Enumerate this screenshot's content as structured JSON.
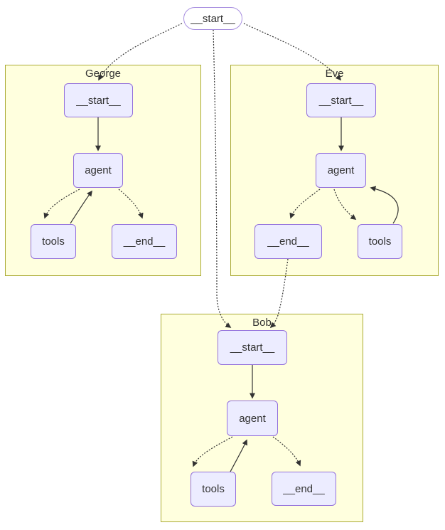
{
  "diagram": {
    "type": "flowchart",
    "root": {
      "label": "__start__"
    },
    "subgraphs": [
      {
        "name": "George",
        "start": "__start__",
        "agent": "agent",
        "tools": "tools",
        "end": "__end__"
      },
      {
        "name": "Eve",
        "start": "__start__",
        "agent": "agent",
        "tools": "tools",
        "end": "__end__"
      },
      {
        "name": "Bob",
        "start": "__start__",
        "agent": "agent",
        "tools": "tools",
        "end": "__end__"
      }
    ],
    "edges": [
      {
        "from": "__start__",
        "to": "George.__start__",
        "style": "dotted"
      },
      {
        "from": "__start__",
        "to": "Eve.__start__",
        "style": "dotted"
      },
      {
        "from": "__start__",
        "to": "Bob.__start__",
        "style": "dotted"
      },
      {
        "from": "Eve.__end__",
        "to": "Bob.__start__",
        "style": "dotted"
      },
      {
        "from": "George.__start__",
        "to": "George.agent",
        "style": "solid"
      },
      {
        "from": "George.agent",
        "to": "George.tools",
        "style": "dotted"
      },
      {
        "from": "George.tools",
        "to": "George.agent",
        "style": "solid"
      },
      {
        "from": "George.agent",
        "to": "George.__end__",
        "style": "dotted"
      },
      {
        "from": "Eve.__start__",
        "to": "Eve.agent",
        "style": "solid"
      },
      {
        "from": "Eve.agent",
        "to": "Eve.__end__",
        "style": "dotted"
      },
      {
        "from": "Eve.agent",
        "to": "Eve.tools",
        "style": "dotted"
      },
      {
        "from": "Eve.tools",
        "to": "Eve.agent",
        "style": "solid"
      },
      {
        "from": "Bob.__start__",
        "to": "Bob.agent",
        "style": "solid"
      },
      {
        "from": "Bob.agent",
        "to": "Bob.tools",
        "style": "dotted"
      },
      {
        "from": "Bob.tools",
        "to": "Bob.agent",
        "style": "solid"
      },
      {
        "from": "Bob.agent",
        "to": "Bob.__end__",
        "style": "dotted"
      }
    ],
    "colors": {
      "cluster_fill": "#ffffde",
      "cluster_border": "#aaaa33",
      "node_fill": "#ececff",
      "node_border": "#9370db",
      "root_fill": "#ffffff",
      "root_border": "#a88fe0",
      "edge_color": "#333333",
      "text_color": "#333333"
    }
  }
}
